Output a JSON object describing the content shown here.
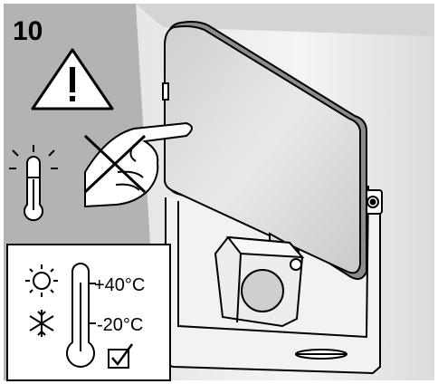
{
  "step": {
    "number": "10"
  },
  "warning": {
    "icon": "warning-triangle-icon"
  },
  "caution": {
    "icons": [
      "hot-thermometer-icon",
      "no-touch-hand-icon"
    ]
  },
  "temperature_range": {
    "max_label": "+40°C",
    "min_label": "-20°C",
    "icons": [
      "sun-icon",
      "snowflake-icon",
      "thermometer-icon",
      "checkbox-checked-icon"
    ]
  },
  "colors": {
    "panel_gray": "#b3b3b3",
    "wall_light": "#efefef",
    "outline": "#000000"
  }
}
